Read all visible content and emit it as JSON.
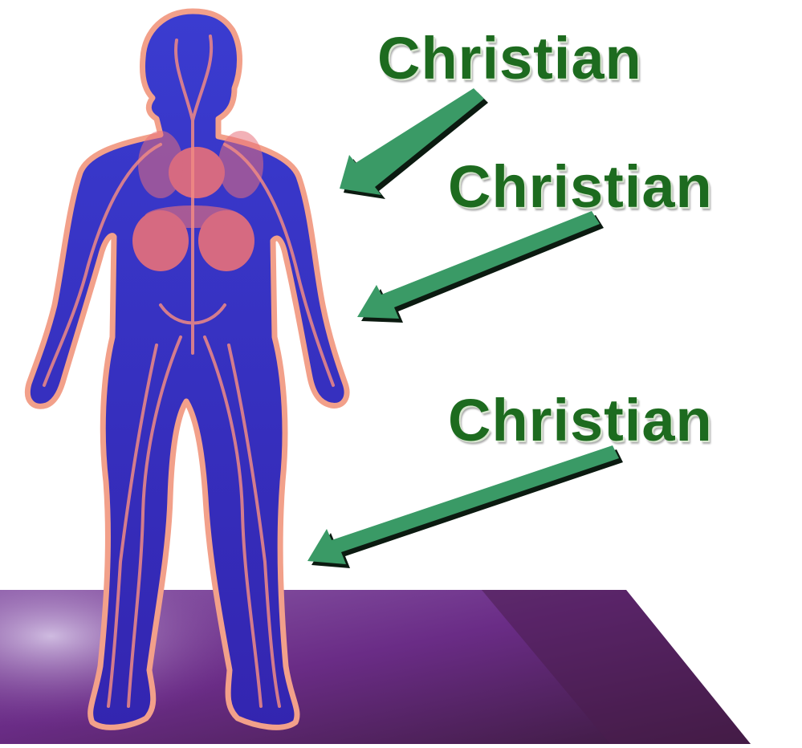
{
  "labels": [
    {
      "text": "Christian"
    },
    {
      "text": "Christian"
    },
    {
      "text": "Christian"
    }
  ],
  "colors": {
    "label_text": "#1d6b1f",
    "arrow_fill": "#3a9a66",
    "arrow_shadow": "#0b1a10",
    "body_fill": "#3a2fc4",
    "body_outline": "#f2a08a",
    "organ_color": "#e8707a",
    "platform_purple": "#6a2c86",
    "platform_dark": "#3b1a3c"
  }
}
